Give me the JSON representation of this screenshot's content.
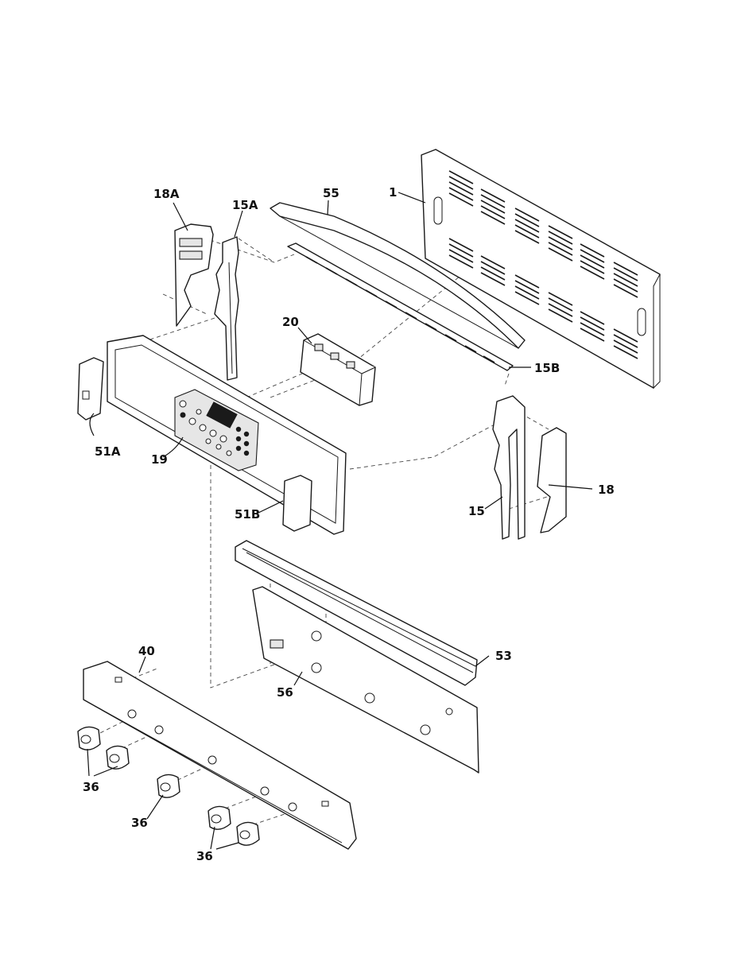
{
  "callouts": {
    "c_18A": "18A",
    "c_15A": "15A",
    "c_55": "55",
    "c_1": "1",
    "c_20": "20",
    "c_15B": "15B",
    "c_51A": "51A",
    "c_19": "19",
    "c_51B": "51B",
    "c_15": "15",
    "c_18": "18",
    "c_53": "53",
    "c_40": "40",
    "c_56": "56",
    "c_36a": "36",
    "c_36b": "36",
    "c_36c": "36"
  }
}
